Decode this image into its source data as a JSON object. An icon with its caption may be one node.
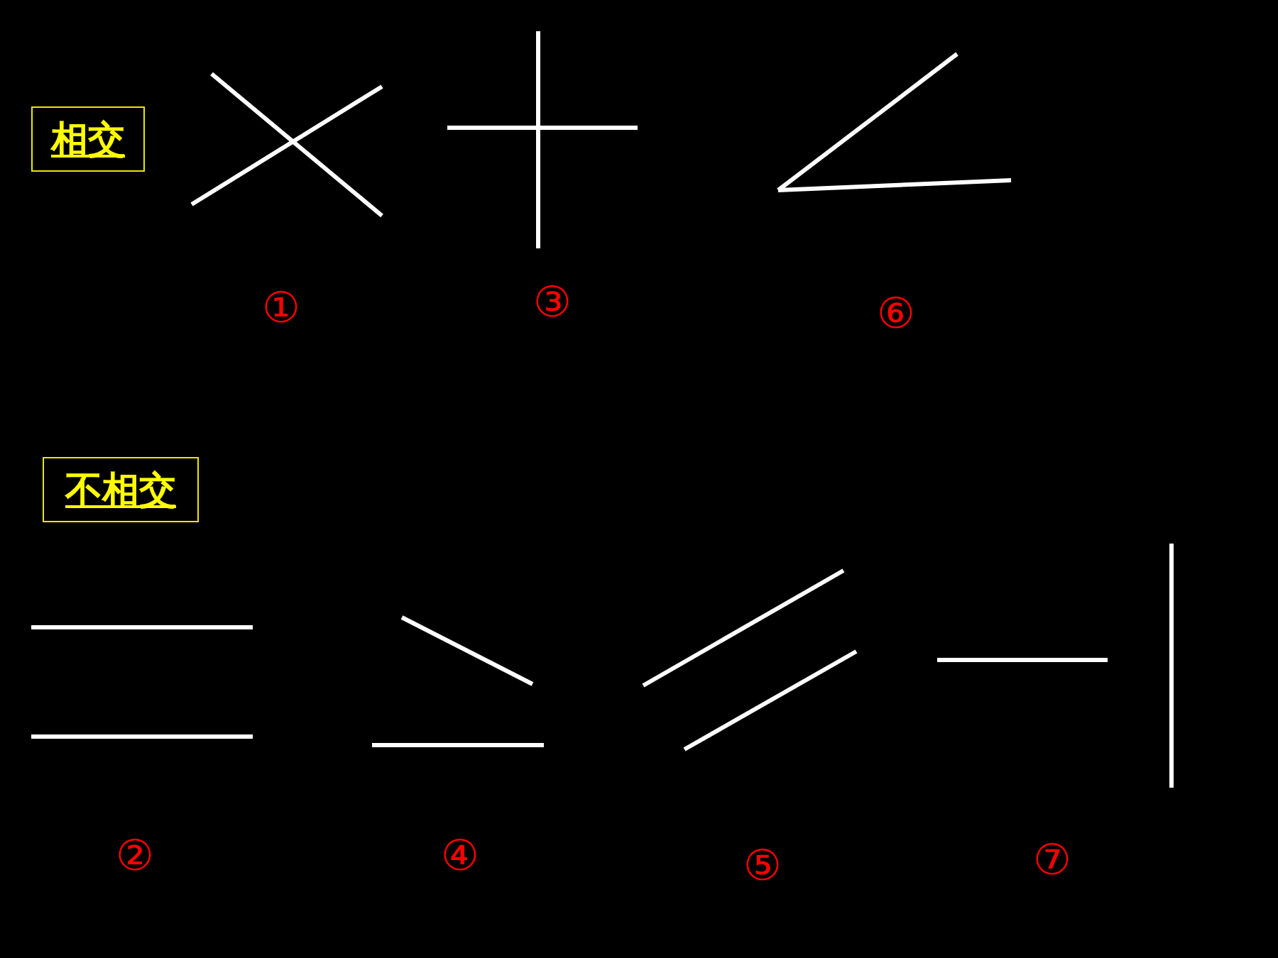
{
  "diagram": {
    "nodes": [
      {
        "text": [
          "相交"
        ]
      },
      {
        "text": [
          "不相交"
        ]
      }
    ],
    "labels": [
      "①",
      "③",
      "⑥",
      "②",
      "④",
      "⑤",
      "⑦"
    ]
  }
}
